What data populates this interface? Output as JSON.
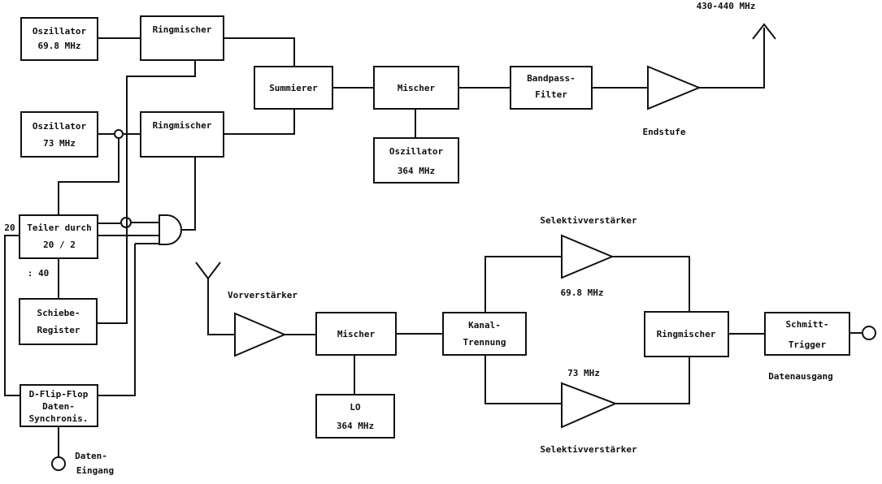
{
  "top_freq": "430-440 MHz",
  "osc1": {
    "line1": "Oszillator",
    "line2": "69.8 MHz"
  },
  "ring1": "Ringmischer",
  "osc2": {
    "line1": "Oszillator",
    "line2": "73 MHz"
  },
  "ring2": "Ringmischer",
  "summer": "Summierer",
  "mixer_tx": "Mischer",
  "bandpass": {
    "line1": "Bandpass-",
    "line2": "Filter"
  },
  "endstufe": "Endstufe",
  "osc3": {
    "line1": "Oszillator",
    "line2": "364 MHz"
  },
  "divider": {
    "line1": "Teiler durch",
    "line2": "20 / 2"
  },
  "label_20": "20",
  "label_40": ": 40",
  "shift_reg": {
    "line1": "Schiebe-",
    "line2": "Register"
  },
  "flipflop": {
    "line1": "D-Flip-Flop",
    "line2": "Daten-",
    "line3": "Synchronis."
  },
  "data_in": {
    "line1": "Daten-",
    "line2": "Eingang"
  },
  "preamp": "Vorverstärker",
  "mixer_rx": "Mischer",
  "lo": {
    "line1": "LO",
    "line2": "364 MHz"
  },
  "channel_sep": {
    "line1": "Kanal-",
    "line2": "Trennung"
  },
  "sel_amp_top": "Selektivverstärker",
  "sel_amp_top_freq": "69.8 MHz",
  "sel_amp_bot_freq": "73 MHz",
  "sel_amp_bot": "Selektivverstärker",
  "ring_rx": "Ringmischer",
  "schmitt": {
    "line1": "Schmitt-",
    "line2": "Trigger"
  },
  "data_out": "Datenausgang"
}
